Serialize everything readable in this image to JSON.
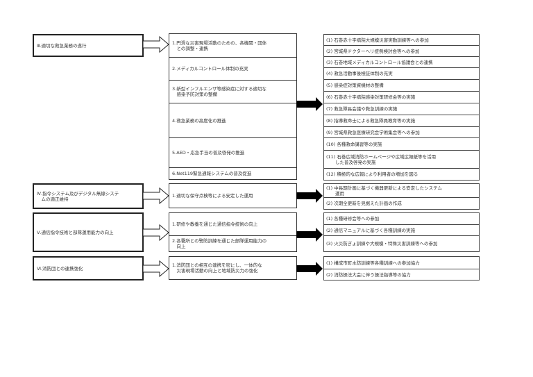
{
  "sections": [
    {
      "title": "Ⅲ.適切な救急業務の遂行",
      "measures": [
        "1.円滑な災害現場活動のための、各機関・団体\n　との調整・連携",
        "2.メディカルコントロール体制の充実",
        "3.新型インフルエンザ等感染症に対する適切な\n　感染予防対策の整備",
        "4.救急業務の高度化の推進",
        "5.AED・応急手当の普及啓発の推進",
        "6.Net119緊急通報システムの普及促進"
      ],
      "actions": [
        "(1)  石巻赤十字病院大規模災害実動訓練等への参加",
        "(2)  宮城県ドクターヘリ症例検討会等への参加",
        "(3)  石巻地域メディカルコントロール協議会との連携",
        "(4)  救急活動事後検証体制の充実",
        "(5)  感染症対策資機材の整備",
        "(6)  石巻赤十字病院感染対策研修会等の実施",
        "(7)  救急隊長会議や救急訓練の実施",
        "(8)  指導救命士による救急隊員教育等の実施",
        "(9)  宮城県救急医療研究会学術集会等への参加",
        "(10)  各種救命講習等の実施",
        "(11)  石巻広域消防ホームページや広域広報紙等を活用\n　　した普及啓発の実施",
        "(12)  積極的な広報により利用者の増加を図る"
      ]
    },
    {
      "title": "Ⅳ.指令システム及びデジタル無線システ\n　ムの適正維持",
      "measures": [
        "1.適切な保守点検等による安定した運用"
      ],
      "actions": [
        "(1)  中長期計画に基づく機器更新による安定したシステム\n　　運用",
        "(2)  次期全更新を見据えた計画の作成"
      ]
    },
    {
      "title": "Ⅴ.通信指令技術と部隊運用能力の向上",
      "measures": [
        "1.研修や教養を通じた通信指令技術の向上",
        "2.各署所との警防訓練を通じた部隊運用能力の\n　向上"
      ],
      "actions": [
        "(1)  各種研修会等への参加",
        "(2)  通信マニュアルに基づく各種訓練の実施",
        "(3)  火災防ぎょ訓練や大規模・特殊災害訓練等への参加"
      ]
    },
    {
      "title": "Ⅵ.消防団との連携強化",
      "measures": [
        "1.消防団との相互の連携を密にし、一体的な\n　災害現場活動の向上と地域防災力の強化"
      ],
      "actions": [
        "(1)  構成市町水防訓練等各種訓練への参加協力",
        "(2)  消防操法大会に伴う操法指導等の協力"
      ]
    }
  ]
}
